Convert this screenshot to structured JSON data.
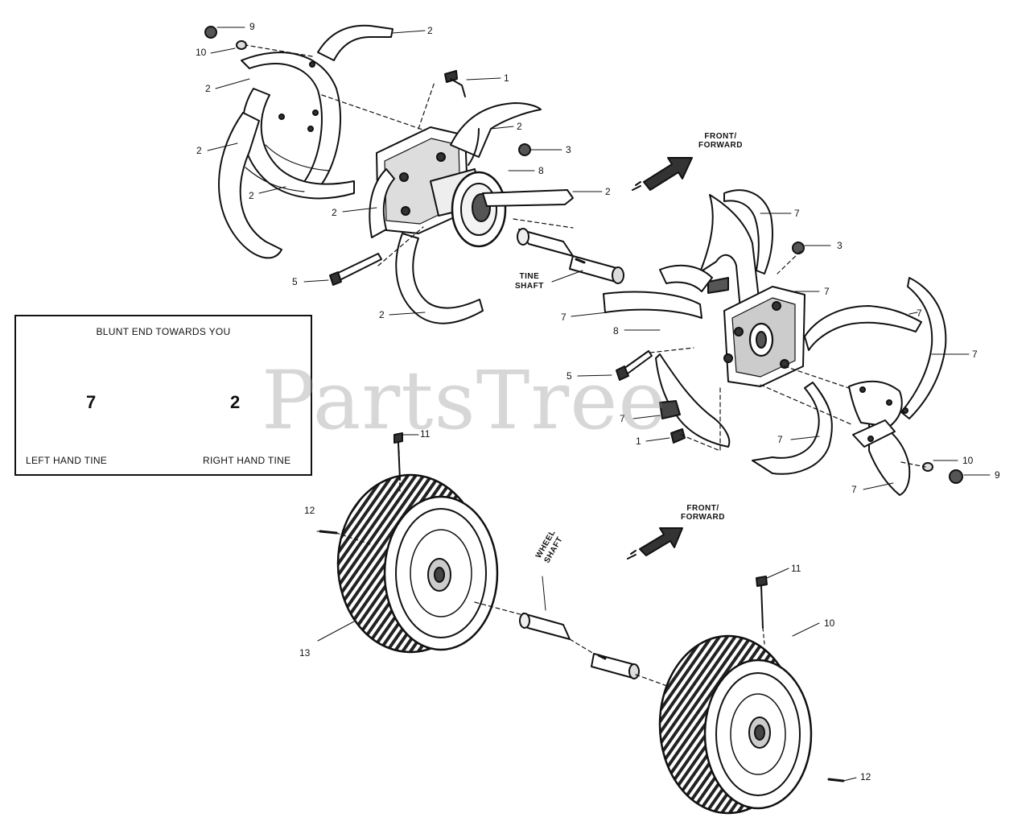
{
  "diagram": {
    "callouts": {
      "c9a": "9",
      "c10a": "10",
      "c2a": "2",
      "c2b": "2",
      "c2c": "2",
      "c1a": "1",
      "c2d": "2",
      "c3a": "3",
      "c8a": "8",
      "c2e": "2",
      "c2f": "2",
      "c2g": "2",
      "c5a": "5",
      "c2h": "2",
      "c7a": "7",
      "c3b": "3",
      "c7b": "7",
      "c7c": "7",
      "c8b": "8",
      "c7d": "7",
      "c5b": "5",
      "c7e": "7",
      "c1b": "1",
      "c7f": "7",
      "c7g": "7",
      "c10b": "10",
      "c9b": "9",
      "c7h": "7",
      "c11a": "11",
      "c12a": "12",
      "c13a": "13",
      "c11b": "11",
      "c10c": "10",
      "c12b": "12"
    },
    "front_forward_top": {
      "line1": "FRONT/",
      "line2": "FORWARD"
    },
    "front_forward_bottom": {
      "line1": "FRONT/",
      "line2": "FORWARD"
    },
    "tine_shaft": {
      "line1": "TINE",
      "line2": "SHAFT"
    },
    "wheel_shaft": {
      "line1": "WHEEL",
      "line2": "SHAFT"
    },
    "inset": {
      "heading": "BLUNT END TOWARDS YOU",
      "left_number": "7",
      "right_number": "2",
      "left_caption": "LEFT HAND TINE",
      "right_caption": "RIGHT HAND TINE"
    },
    "watermark": "PartsTree"
  }
}
